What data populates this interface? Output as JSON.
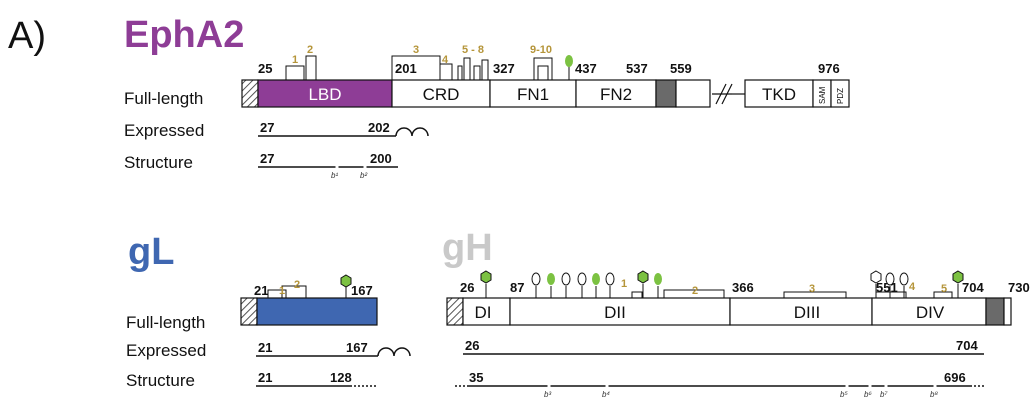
{
  "panel_label": "A)",
  "epha2": {
    "name": "EphA2",
    "color": "#8e3d96",
    "rows": {
      "full": "Full-length",
      "expressed": "Expressed",
      "structure": "Structure"
    },
    "positions": {
      "p25": "25",
      "p201": "201",
      "p327": "327",
      "p437": "437",
      "p537": "537",
      "p559": "559",
      "p976": "976"
    },
    "domains": {
      "lbd": "LBD",
      "crd": "CRD",
      "fn1": "FN1",
      "fn2": "FN2",
      "tkd": "TKD",
      "sam": "SAM",
      "pdz": "PDZ"
    },
    "disulfides": [
      "1",
      "2",
      "3",
      "4",
      "5 - 8",
      "9-10"
    ],
    "expressed": {
      "start": "27",
      "end": "202"
    },
    "structure": {
      "start": "27",
      "end": "200",
      "b1": "b¹",
      "b2": "b²"
    }
  },
  "gl": {
    "name": "gL",
    "color": "#3f67b1",
    "rows": {
      "full": "Full-length",
      "expressed": "Expressed",
      "structure": "Structure"
    },
    "positions": {
      "p21": "21",
      "p167": "167"
    },
    "disulfides": [
      "1",
      "2"
    ],
    "expressed": {
      "start": "21",
      "end": "167"
    },
    "structure": {
      "start": "21",
      "end": "128"
    }
  },
  "gh": {
    "name": "gH",
    "color": "#c9c9c9",
    "positions": {
      "p26": "26",
      "p87": "87",
      "p366": "366",
      "p551": "551",
      "p704": "704",
      "p730": "730"
    },
    "domains": {
      "d1": "DI",
      "d2": "DII",
      "d3": "DIII",
      "d4": "DIV"
    },
    "disulfides": [
      "1",
      "2",
      "3",
      "4",
      "5"
    ],
    "expressed": {
      "start": "26",
      "end": "704"
    },
    "structure": {
      "start": "35",
      "end": "696",
      "b3": "b³",
      "b4": "b⁴",
      "b5": "b⁵",
      "b6": "b⁶",
      "b7": "b⁷",
      "b8": "b⁸"
    }
  },
  "colors": {
    "glycan_green": "#7cc242",
    "olive": "#b5953a",
    "tm_gray": "#6a6a6a"
  }
}
